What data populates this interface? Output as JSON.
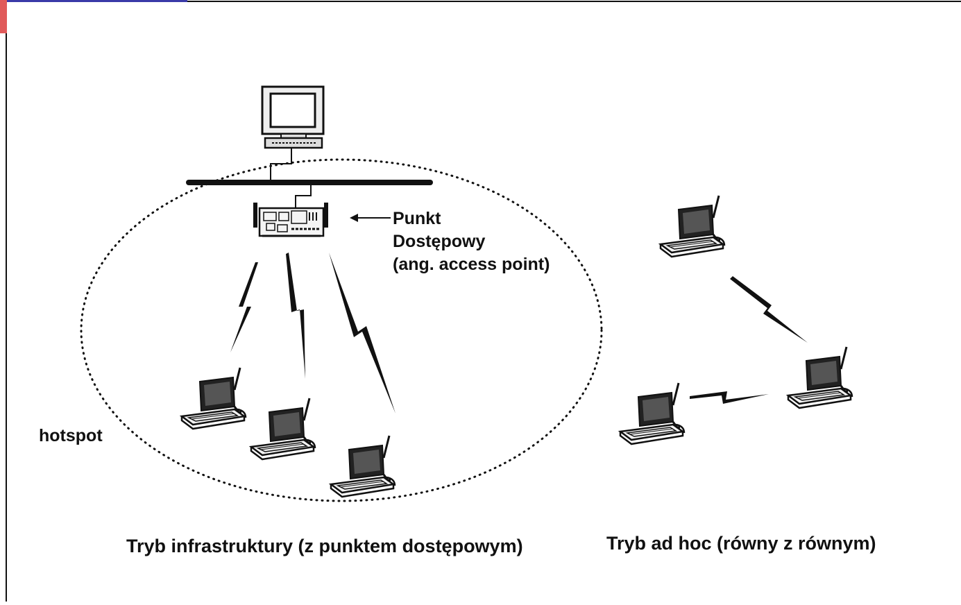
{
  "diagram": {
    "access_point_label": [
      "Punkt",
      "Dostępowy",
      "(ang. access point)"
    ],
    "hotspot_label": "hotspot",
    "infrastructure_caption": "Tryb infrastruktury (z punktem dostępowym)",
    "adhoc_caption": "Tryb ad hoc (równy z równym)"
  },
  "icons": [
    "desktop-computer-icon",
    "access-point-icon",
    "laptop-icon",
    "wireless-link-icon"
  ],
  "colors": {
    "line": "#111111",
    "background": "#ffffff",
    "frame_accent_top": "#3a3aa8",
    "frame_accent_left": "#e05a5a"
  }
}
